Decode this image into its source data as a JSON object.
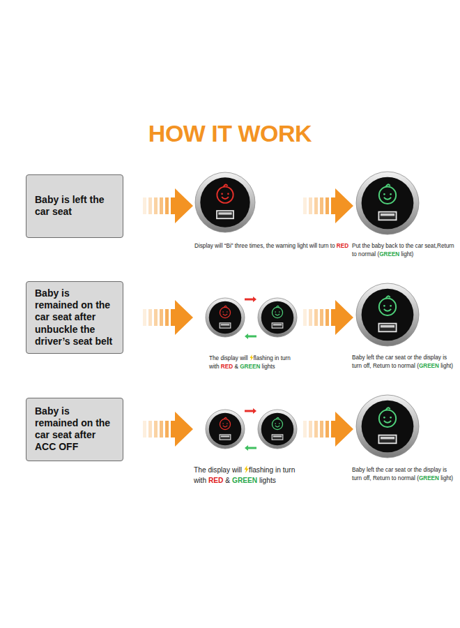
{
  "diagram": {
    "title": "HOW IT WORK",
    "nodes": [
      {
        "text": [
          "Baby is left the car seat"
        ]
      },
      {
        "text": [
          "Baby is remained on the car seat after unbuckle the driver’s seat belt"
        ]
      },
      {
        "text": [
          "Baby is remained on the car seat after ACC OFF"
        ]
      }
    ],
    "labels": [
      "Display will “Bi” three times, the warning light will turn to",
      "RED",
      "Put the baby back to the car seat,Return to normal (",
      "GREEN",
      "light)",
      "The display will",
      "flashing in turn with",
      "RED",
      "&",
      "GREEN",
      "lights",
      "Baby left the car seat or the display is turn off, Return to normal (",
      "GREEN",
      "light)",
      "The display will",
      "flashing in turn with",
      "RED",
      "&",
      "GREEN",
      "lights",
      "Baby left the car seat or the display is turn off, Return to normal (",
      "GREEN",
      "light)"
    ]
  }
}
